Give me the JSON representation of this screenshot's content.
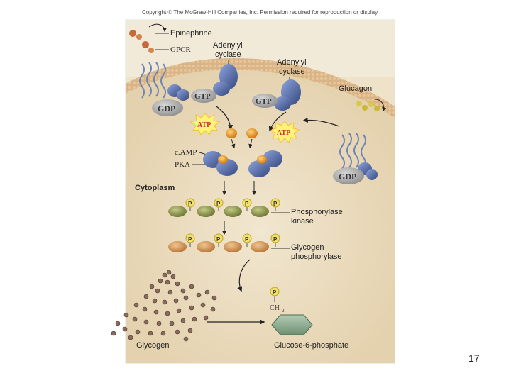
{
  "header": {
    "copyright": "Copyright © The McGraw-Hill Companies, Inc. Permission required for reproduction or display."
  },
  "labels": {
    "epinephrine": "Epinephrine",
    "gpcr": "GPCR",
    "adenylyl_cyclase_left": [
      "Adenylyl",
      "cyclase"
    ],
    "adenylyl_cyclase_right": [
      "Adenylyl",
      "cyclase"
    ],
    "glucagon": "Glucagon",
    "gdp": "GDP",
    "gtp": "GTP",
    "atp": "ATP",
    "camp": "c.AMP",
    "pka": "PKA",
    "cytoplasm": "Cytoplasm",
    "phosphate": "P",
    "phosphorylase_kinase": [
      "Phosphorylase",
      "kinase"
    ],
    "glycogen_phosphorylase": [
      "Glycogen",
      "phosphorylase"
    ],
    "ch2": "CH",
    "ch2_sub": "2",
    "glycogen": "Glycogen",
    "glucose_6_phosphate": "Glucose-6-phosphate"
  },
  "colors": {
    "background": "#e9dcc2",
    "membrane": "#d9b58a",
    "cytoplasm": "#efe3cb",
    "protein_blue": "#4f67a8",
    "camp_orange": "#e69a2e",
    "kinase_green": "#8f9a55",
    "phosphorylase_tan": "#cf9a5f",
    "phosphate_yellow": "#f2e06a",
    "glucose_green": "#8aa88a"
  },
  "footer": {
    "slide_number": "17"
  }
}
